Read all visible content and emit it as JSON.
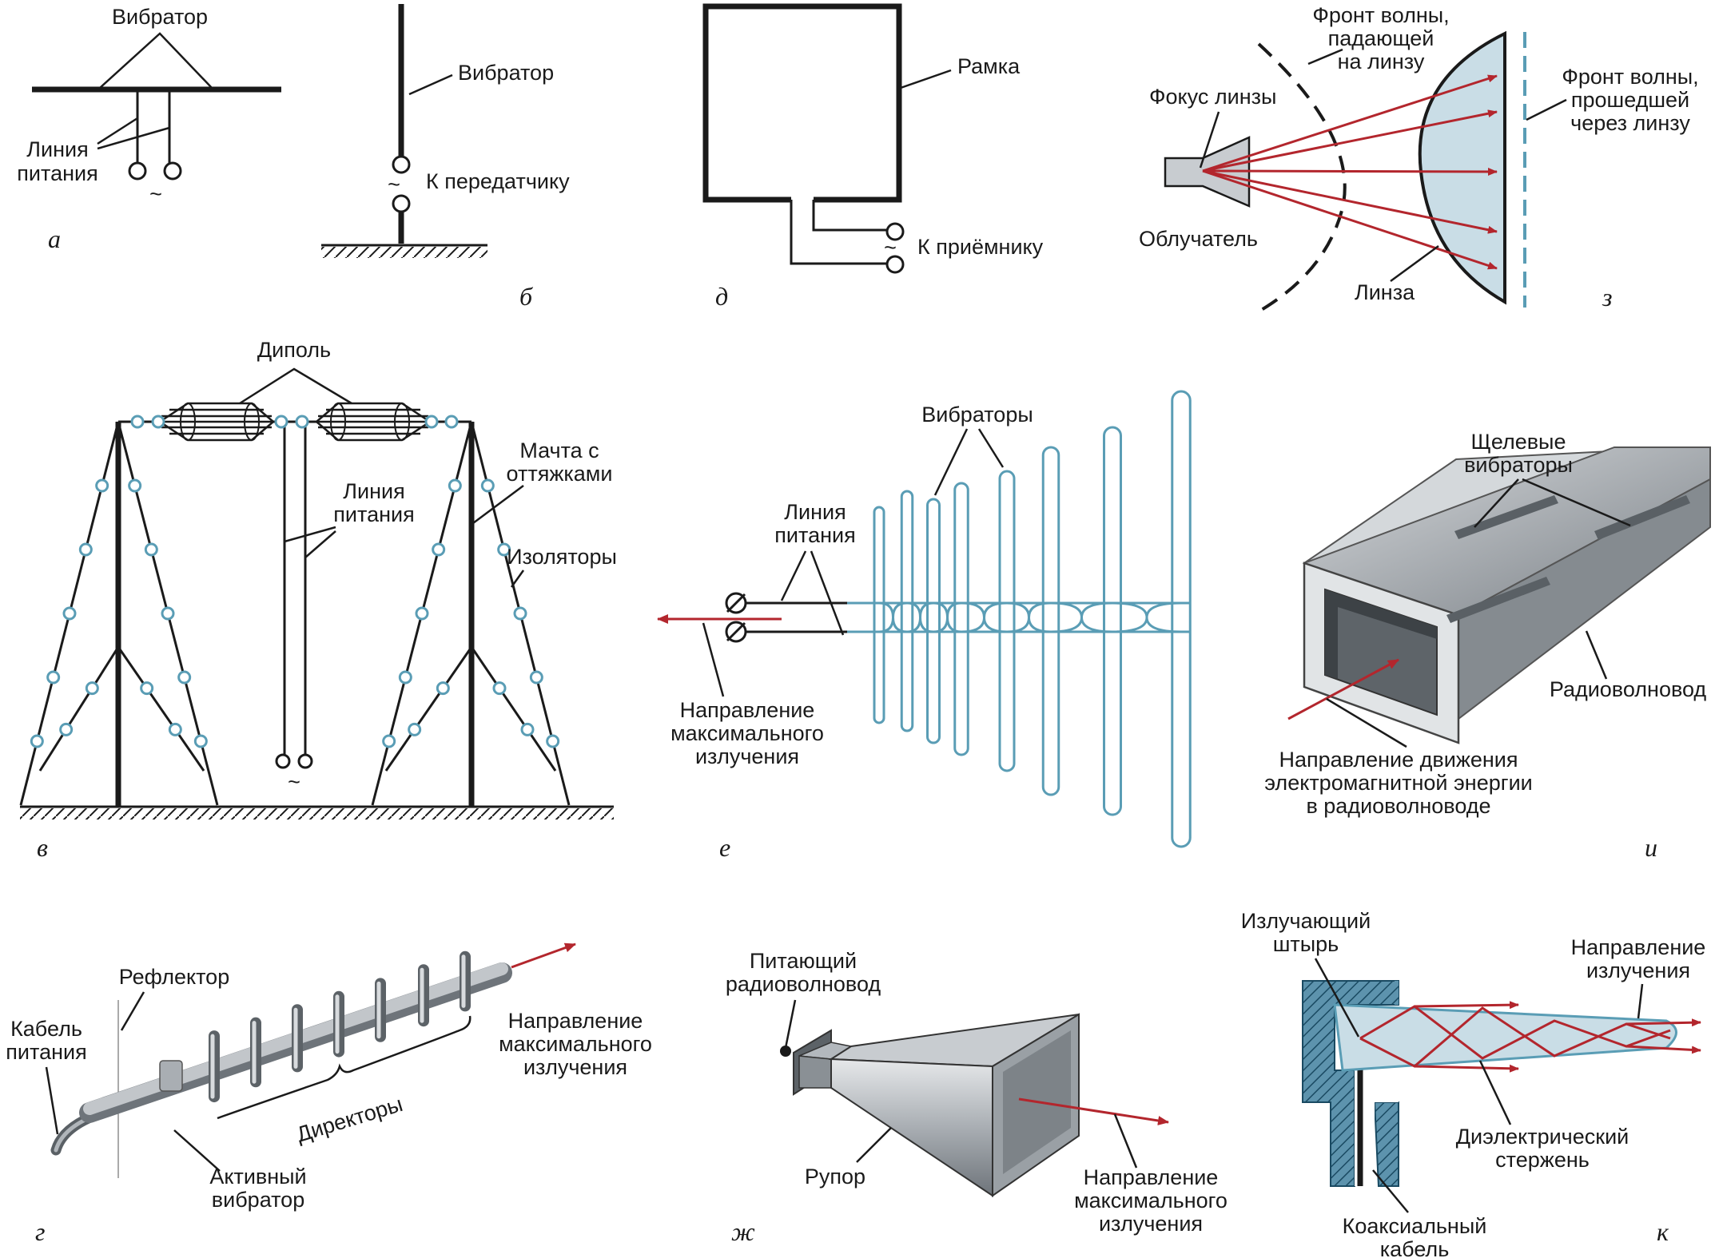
{
  "colors": {
    "ink": "#1a1a1a",
    "arrow_red": "#b3262d",
    "element_blue": "#5a9db5",
    "lens_fill": "#c9dde6",
    "metal_light": "#c8ccd0",
    "metal_dark": "#7d8388"
  },
  "panels": {
    "a": {
      "letter": "а",
      "vibrator": "Вибратор",
      "feed_line": [
        "Линия",
        "питания"
      ],
      "tilde": "~"
    },
    "b": {
      "letter": "б",
      "vibrator": "Вибратор",
      "to_transmitter": "К передатчику",
      "tilde": "~"
    },
    "d": {
      "letter": "д",
      "frame": "Рамка",
      "to_receiver": "К приёмнику",
      "tilde": "~"
    },
    "z": {
      "letter": "з",
      "incident_front": [
        "Фронт волны,",
        "падающей",
        "на линзу"
      ],
      "passed_front": [
        "Фронт волны,",
        "прошедшей",
        "через линзу"
      ],
      "lens_focus": "Фокус линзы",
      "feed": "Облучатель",
      "lens": "Линза"
    },
    "v": {
      "letter": "в",
      "dipole": "Диполь",
      "feed_line": [
        "Линия",
        "питания"
      ],
      "mast": [
        "Мачта с",
        "оттяжками"
      ],
      "insulators": "Изоляторы",
      "tilde": "~"
    },
    "e": {
      "letter": "е",
      "vibrators": "Вибраторы",
      "feed_line": [
        "Линия",
        "питания"
      ],
      "direction": [
        "Направление",
        "максимального",
        "излучения"
      ]
    },
    "i": {
      "letter": "и",
      "slot_vibrators": [
        "Щелевые",
        "вибраторы"
      ],
      "waveguide": "Радиоволновод",
      "energy_direction": [
        "Направление движения",
        "электромагнитной энергии",
        "в радиоволноводе"
      ]
    },
    "g": {
      "letter": "г",
      "reflector": "Рефлектор",
      "cable": [
        "Кабель",
        "питания"
      ],
      "directors": "Директоры",
      "active": [
        "Активный",
        "вибратор"
      ],
      "direction": [
        "Направление",
        "максимального",
        "излучения"
      ]
    },
    "zh": {
      "letter": "ж",
      "feeding_waveguide": [
        "Питающий",
        "радиоволновод"
      ],
      "horn": "Рупор",
      "direction": [
        "Направление",
        "максимального",
        "излучения"
      ]
    },
    "k": {
      "letter": "к",
      "radiating_pin": [
        "Излучающий",
        "штырь"
      ],
      "radiation_direction": [
        "Направление",
        "излучения"
      ],
      "dielectric_rod": [
        "Диэлектрический",
        "стержень"
      ],
      "coax": [
        "Коаксиальный",
        "кабель"
      ]
    }
  }
}
